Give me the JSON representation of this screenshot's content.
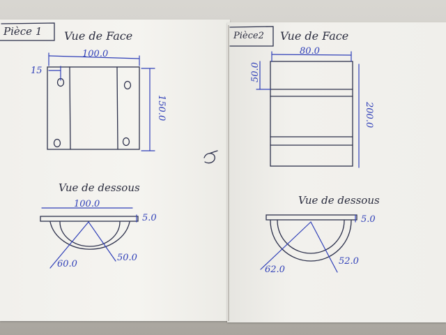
{
  "pieces": [
    {
      "tag": "Pièce 1",
      "front_title": "Vue de Face",
      "front_width": "100.0",
      "front_height": "150.0",
      "hole_offset": "15",
      "bottom_title": "Vue de dessous",
      "bottom_width": "100.0",
      "bottom_thickness": "5.0",
      "outer_radius": "60.0",
      "inner_radius": "50.0"
    },
    {
      "tag": "Pièce2",
      "front_title": "Vue de Face",
      "front_width": "80.0",
      "front_height": "200.0",
      "top_band": "50.0",
      "bottom_title": "Vue de dessous",
      "bottom_thickness": "5.0",
      "outer_radius": "62.0",
      "inner_radius": "52.0"
    }
  ]
}
